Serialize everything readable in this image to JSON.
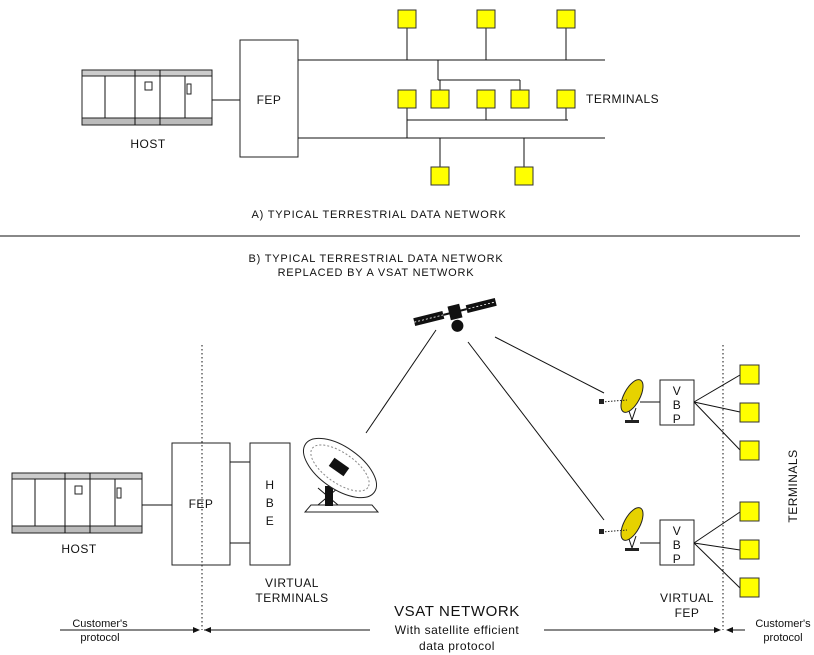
{
  "section_a": {
    "caption": "A) TYPICAL TERRESTRIAL DATA NETWORK",
    "host_label": "HOST",
    "fep_label": "FEP",
    "terminals_label": "TERMINALS"
  },
  "section_b": {
    "caption_line1": "B) TYPICAL TERRESTRIAL DATA NETWORK",
    "caption_line2": "REPLACED BY A VSAT NETWORK",
    "host_label": "HOST",
    "fep_label": "FEP",
    "hbe": [
      "H",
      "B",
      "E"
    ],
    "vbp": [
      "V",
      "B",
      "P"
    ],
    "virtual_terminals_line1": "VIRTUAL",
    "virtual_terminals_line2": "TERMINALS",
    "virtual_fep_line1": "VIRTUAL",
    "virtual_fep_line2": "FEP",
    "terminals_label": "TERMINALS",
    "vsat_network": "VSAT NETWORK",
    "vsat_sub1": "With satellite efficient",
    "vsat_sub2": "data protocol",
    "customer_left_1": "Customer's",
    "customer_left_2": "protocol",
    "customer_right_1": "Customer's",
    "customer_right_2": "protocol"
  },
  "colors": {
    "terminal_fill": "#ffff00",
    "dish_fill": "#e6d200"
  }
}
